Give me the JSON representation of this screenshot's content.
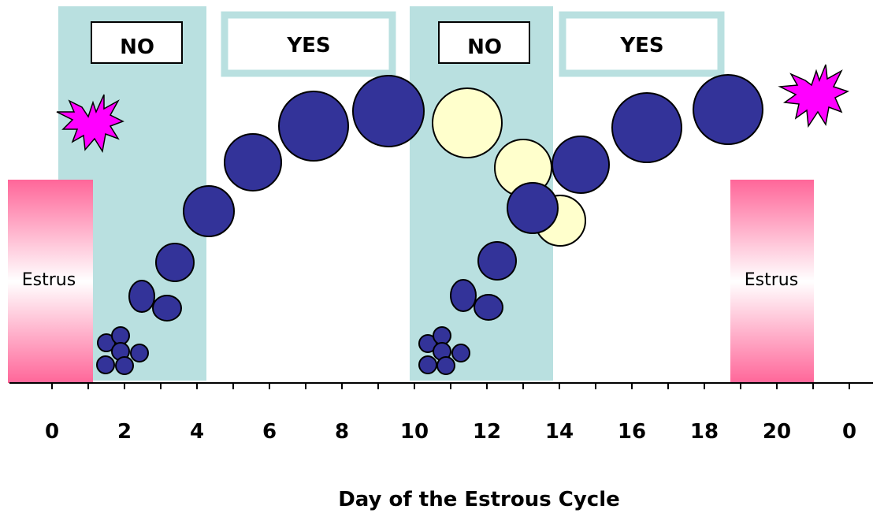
{
  "colors": {
    "shade": "#b9e0e0",
    "yes_border": "#b9e0e0",
    "follicle_dark": "#333399",
    "follicle_light": "#ffffcc",
    "star": "#ff00ff",
    "estrus": "#ff6699"
  },
  "shaded_regions": [
    {
      "label": "NO"
    },
    {
      "label": "NO"
    }
  ],
  "yes_boxes": [
    {
      "label": "YES"
    },
    {
      "label": "YES"
    }
  ],
  "estrus_labels": [
    "Estrus",
    "Estrus"
  ],
  "axis": {
    "tick_labels": [
      "0",
      "2",
      "4",
      "6",
      "8",
      "10",
      "12",
      "14",
      "16",
      "18",
      "20",
      "0"
    ],
    "xlabel": "Day of the Estrous Cycle"
  },
  "icons": {
    "star": "ovulation-burst-icon",
    "follicle": "follicle-circle"
  }
}
